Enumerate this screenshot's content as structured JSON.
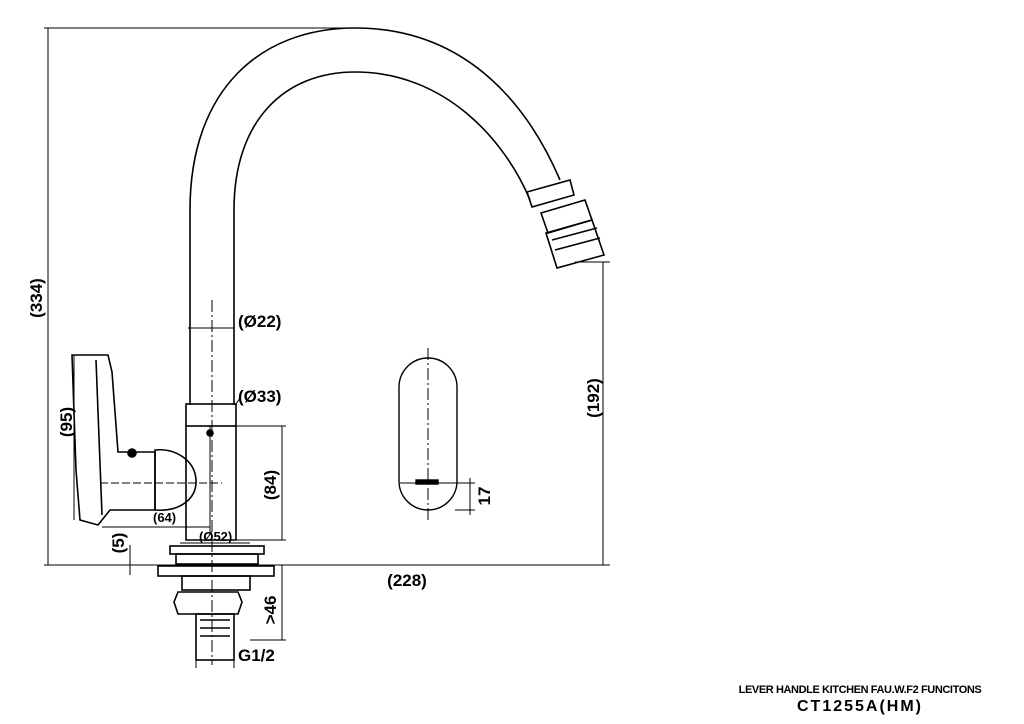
{
  "drawing": {
    "dimensions": {
      "overall_height": "(334)",
      "spout_diameter": "(Ø22)",
      "body_diameter": "(Ø33)",
      "handle_height": "(95)",
      "body_height": "(84)",
      "handle_reach": "(64)",
      "base_diameter": "(Ø52)",
      "base_thickness": "(5)",
      "outlet_height": "(192)",
      "spout_reach": "(228)",
      "max_deck_thickness": ">46",
      "thread_size": "G1/2",
      "handle_opening": "17"
    }
  },
  "title_block": {
    "description": "LEVER HANDLE KITCHEN FAU.W.F2 FUNCITONS",
    "model_code": "CT1255A(HM)"
  }
}
